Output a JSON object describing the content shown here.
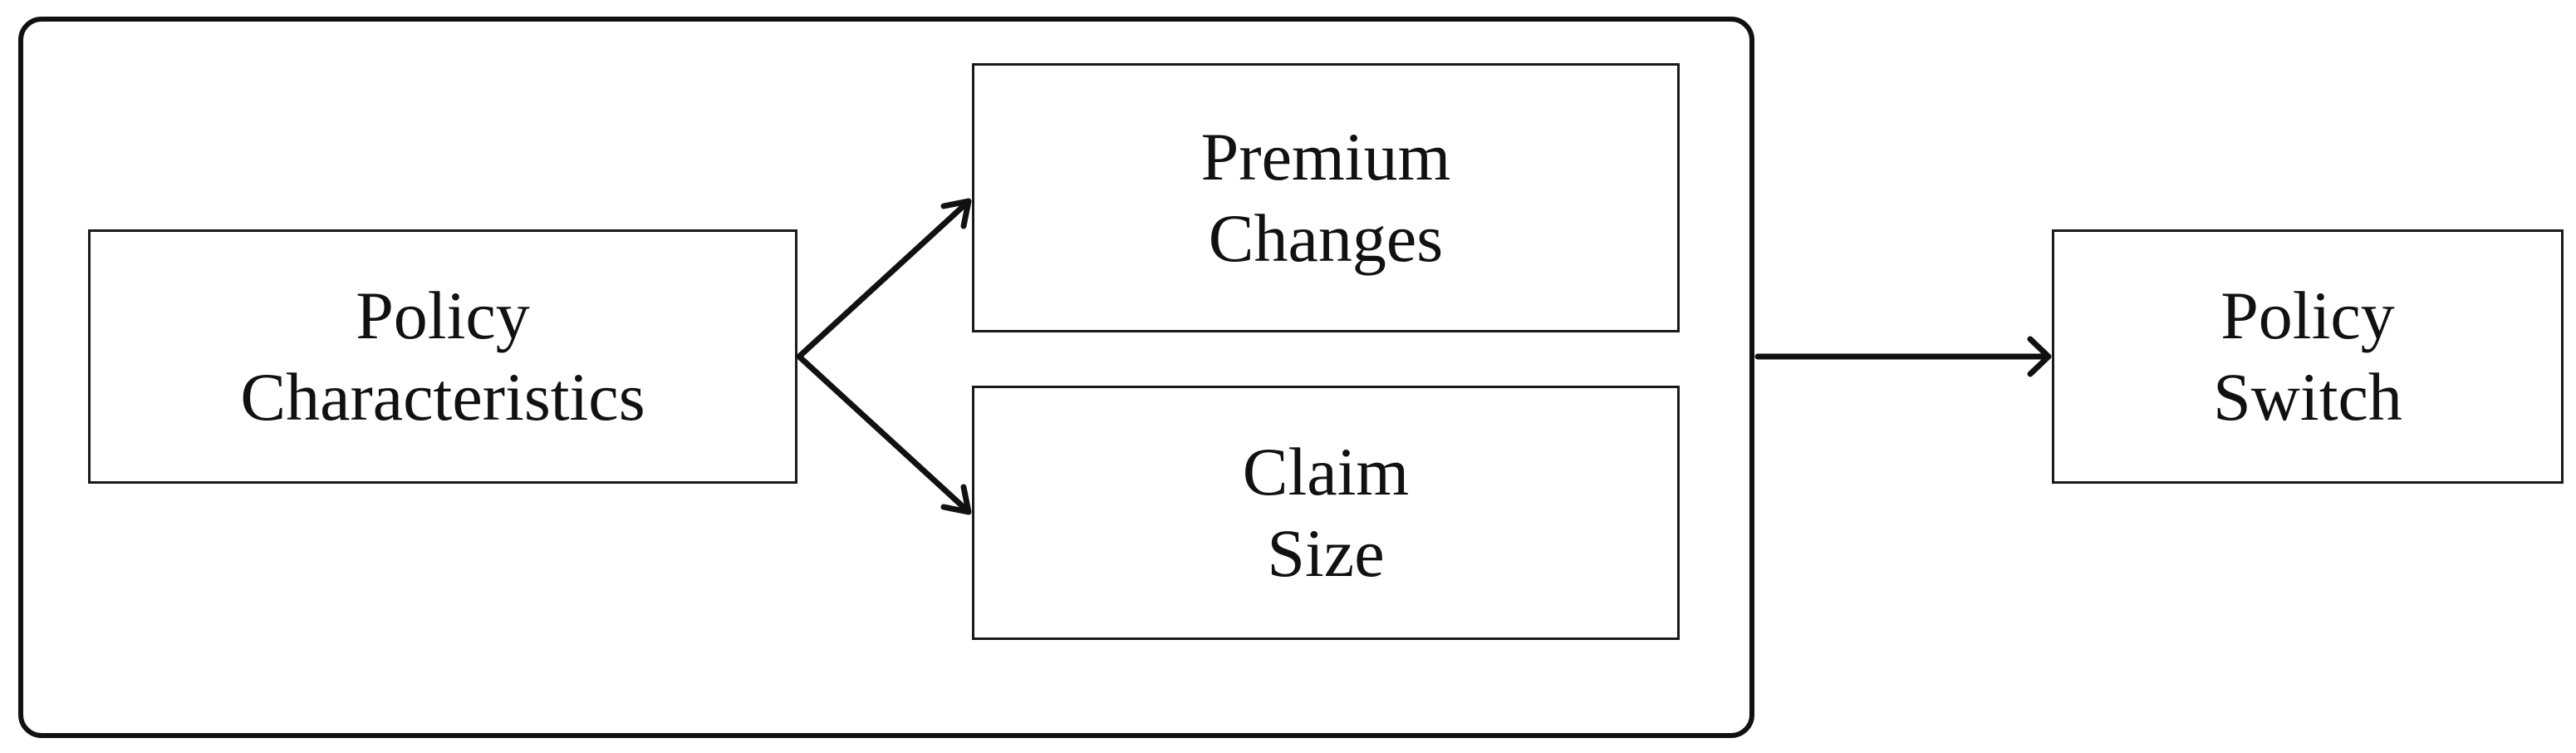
{
  "diagram": {
    "nodes": {
      "policy_characteristics": {
        "label": "Policy\nCharacteristics"
      },
      "premium_changes": {
        "label": "Premium\nChanges"
      },
      "claim_size": {
        "label": "Claim\nSize"
      },
      "policy_switch": {
        "label": "Policy\nSwitch"
      }
    },
    "edges": [
      {
        "from": "policy_characteristics",
        "to": "premium_changes"
      },
      {
        "from": "policy_characteristics",
        "to": "claim_size"
      },
      {
        "from": "group",
        "to": "policy_switch"
      }
    ],
    "colors": {
      "stroke": "#111111",
      "background": "#ffffff"
    }
  }
}
